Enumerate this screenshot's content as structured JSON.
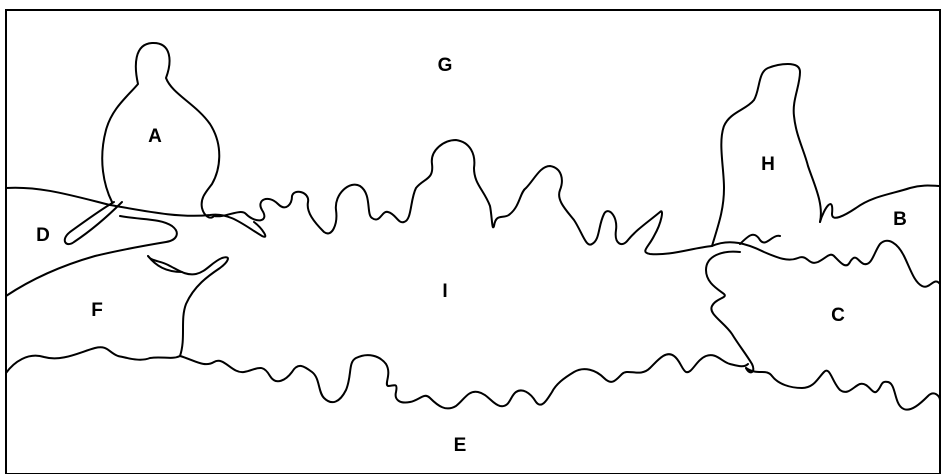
{
  "diagram": {
    "colors": {
      "background": "#ffffff",
      "line": "#000000",
      "label": "#000000"
    },
    "regions": [
      {
        "id": "A",
        "label": "A"
      },
      {
        "id": "B",
        "label": "B"
      },
      {
        "id": "C",
        "label": "C"
      },
      {
        "id": "D",
        "label": "D"
      },
      {
        "id": "E",
        "label": "E"
      },
      {
        "id": "F",
        "label": "F"
      },
      {
        "id": "G",
        "label": "G"
      },
      {
        "id": "H",
        "label": "H"
      },
      {
        "id": "I",
        "label": "I"
      }
    ]
  }
}
